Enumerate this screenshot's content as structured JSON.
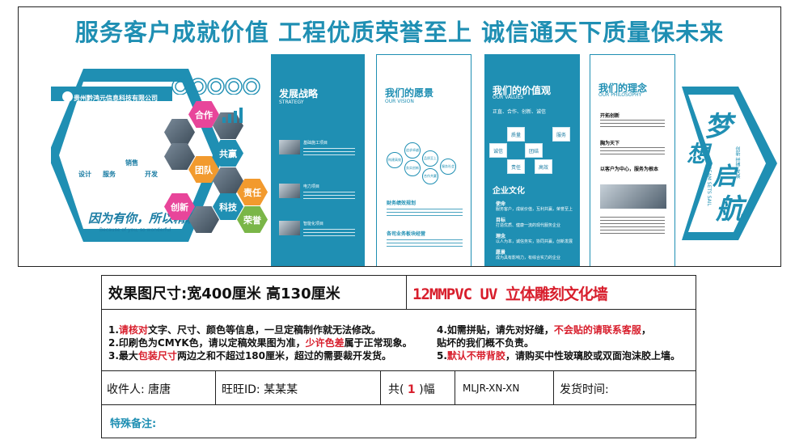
{
  "banner": {
    "slogan": "服务客户成就价值   工程优质荣誉至上  诚信通天下质量保未来",
    "company_name": "贵州黔鸿元信息科技有限公司",
    "company_hexes": [
      "设计",
      "服务",
      "销售",
      "开发"
    ],
    "slogan_cn": "因为有你，所以精彩",
    "slogan_en": "Because of you, so wonderful",
    "hex_cells": [
      "合作",
      "共赢",
      "团队",
      "责任",
      "创新",
      "科技",
      "荣誉"
    ]
  },
  "panels": {
    "strategy": {
      "title": "发展战略",
      "subtitle": "STRATEGY",
      "items": [
        "基础施工项目",
        "电力项目",
        "智能化项目"
      ]
    },
    "vision": {
      "title": "我们的愿景",
      "subtitle": "OUR VISION",
      "circles": [
        "构建高效",
        "追求卓越",
        "务实创新",
        "品质至上",
        "合作共赢",
        "服务社会"
      ],
      "items": [
        "财务绩效规划",
        "各司业务板块经营"
      ]
    },
    "values": {
      "title": "我们的价值观",
      "subtitle": "OUR VALUES",
      "tagline": "正直、合作、创新、诚信",
      "grid": [
        "质量",
        "服务",
        "诚信",
        "高效",
        "责任",
        "团结"
      ],
      "section_title": "企业文化",
      "bullets": [
        {
          "title": "使命",
          "text": "服务客户，成就价值，互利共赢，荣誉至上"
        },
        {
          "title": "目标",
          "text": "打造优质、健康一流的现代服务企业"
        },
        {
          "title": "理念",
          "text": "以人为本，诚信务实，协同共赢，创新发展"
        },
        {
          "title": "愿景",
          "text": "成为具有影响力，有综合实力的企业"
        }
      ]
    },
    "philosophy": {
      "title": "我们的理念",
      "subtitle": "OUR PHILOSOPHY",
      "items": [
        "开拓创新",
        "胸为天下",
        "以客户为中心，服务为根本"
      ]
    },
    "dream": {
      "calligraphy_1": "梦",
      "calligraphy_2": "想",
      "calligraphy_3": "启",
      "calligraphy_4": "航",
      "vertical_en": "DREAM SETS SAIL",
      "vertical_cn": "创新 拼搏 发展"
    }
  },
  "info": {
    "size_label": "效果图尺寸:宽400厘米 高130厘米",
    "product_name": "12MMPVC UV 立体雕刻文化墙",
    "notes": [
      {
        "pre": "1.",
        "red": "请核对",
        "post": "文字、尺寸、颜色等信息，一旦定稿制作就无法修改。"
      },
      {
        "pre": "2.印刷色为CMYK色，请以定稿效果图为准，",
        "red": "少许色差",
        "post": "属于正常现象。"
      },
      {
        "pre": "3.最大",
        "red": "包装尺寸",
        "post": "两边之和不超过180厘米，超过的需要裁开发货。"
      },
      {
        "pre": "4.如需拼贴，请先对好缝，",
        "red": "不会贴的请联系客服",
        "post": "，"
      },
      {
        "pre": "  贴坏的我们概不负责。",
        "red": "",
        "post": ""
      },
      {
        "pre": "5.",
        "red": "默认不带背胶",
        "post": "，请购买中性玻璃胶或双面泡沫胶上墙。"
      }
    ],
    "recipient_label": "收件人:  唐唐",
    "wangwang_label": "旺旺ID: 某某某",
    "count_pre": "共(",
    "count_value": "1",
    "count_post": ")幅",
    "order_code": "MLJR-XN-XN",
    "ship_time_label": "发货时间:",
    "remark_label": "特殊备注:"
  },
  "colors": {
    "brand_blue": "#1f8fb3",
    "accent_red": "#d81e2c"
  }
}
